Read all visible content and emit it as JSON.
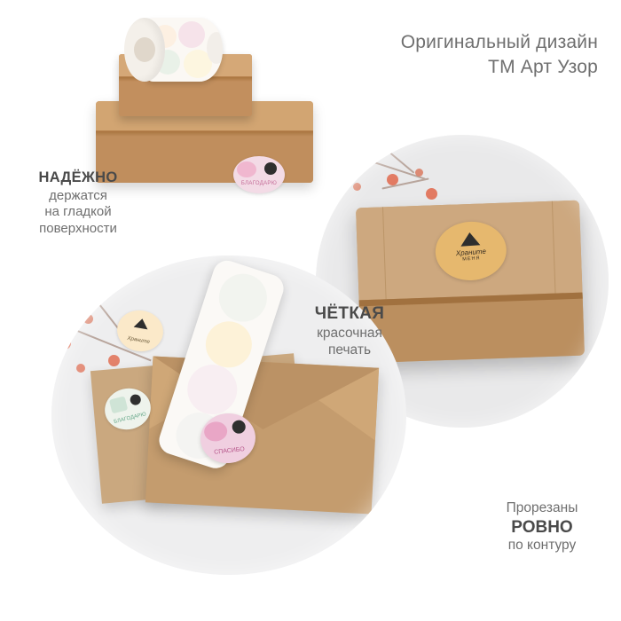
{
  "headline": {
    "line1": "Оригинальный дизайн",
    "line2": "ТМ Арт Узор",
    "full": "Оригинальный дизайн\nТМ Арт Узор"
  },
  "annotations": [
    {
      "id": "nadezhno",
      "title": "НАДЁЖНО",
      "body": "держатся\nна гладкой\nповерхности"
    },
    {
      "id": "chetkaya",
      "title": "ЧЁТКАЯ",
      "body": "красочная\nпечать"
    },
    {
      "id": "prorezany",
      "line1": "Прорезаны",
      "line2": "РОВНО",
      "line3": "по контуру"
    }
  ],
  "stickers": {
    "box_pink_label": "БЛАГОДАРЮ",
    "kraft_round_label": "Храните",
    "kraft_round_sub": "МЕНЯ",
    "loose_pink_label": "СПАСИБО",
    "tag_green_label": "БЛАГОДАРЮ",
    "tag_kraft_label": "Храните"
  },
  "colors": {
    "background": "#ffffff",
    "text_gray": "#6f6f6f",
    "text_dark": "#4a4a4a",
    "kraft": "#c49c6e",
    "kraft_light": "#d2a572",
    "circle_bg": "#e9e9ea",
    "sticker_pink": "#f0cfe0",
    "sticker_kraft": "#e6b86e",
    "accent_red_bud": "#e0664a"
  }
}
